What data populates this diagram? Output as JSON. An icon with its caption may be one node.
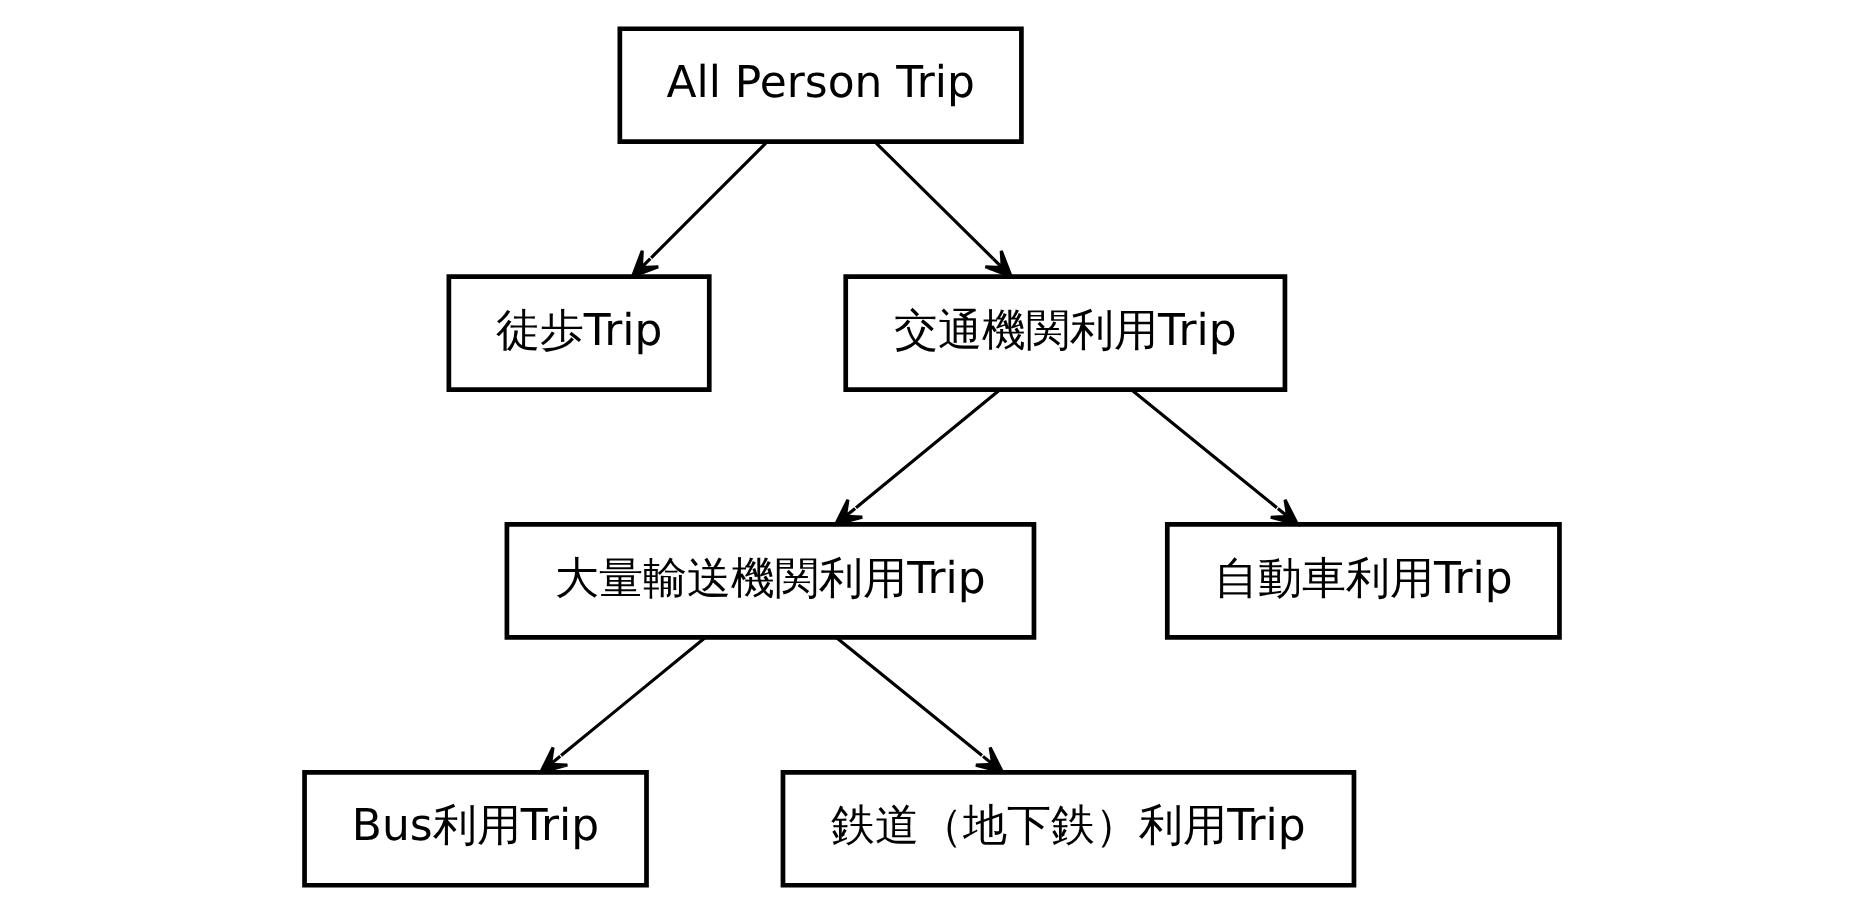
{
  "diagram": {
    "nodes": [
      {
        "text": [
          "All Person Trip"
        ]
      },
      {
        "text": [
          "徒歩Trip"
        ]
      },
      {
        "text": [
          "交通機関利用Trip"
        ]
      },
      {
        "text": [
          "大量輸送機関利用Trip"
        ]
      },
      {
        "text": [
          "自動車利用Trip"
        ]
      },
      {
        "text": [
          "Bus利用Trip"
        ]
      },
      {
        "text": [
          "鉄道（地下鉄）利用Trip"
        ]
      }
    ],
    "edges": [
      {
        "from": 0,
        "to": 1,
        "arrow": "to"
      },
      {
        "from": 0,
        "to": 2,
        "arrow": "to"
      },
      {
        "from": 2,
        "to": 3,
        "arrow": "to"
      },
      {
        "from": 2,
        "to": 4,
        "arrow": "to"
      },
      {
        "from": 3,
        "to": 5,
        "arrow": "to"
      },
      {
        "from": 3,
        "to": 6,
        "arrow": "to"
      }
    ]
  }
}
